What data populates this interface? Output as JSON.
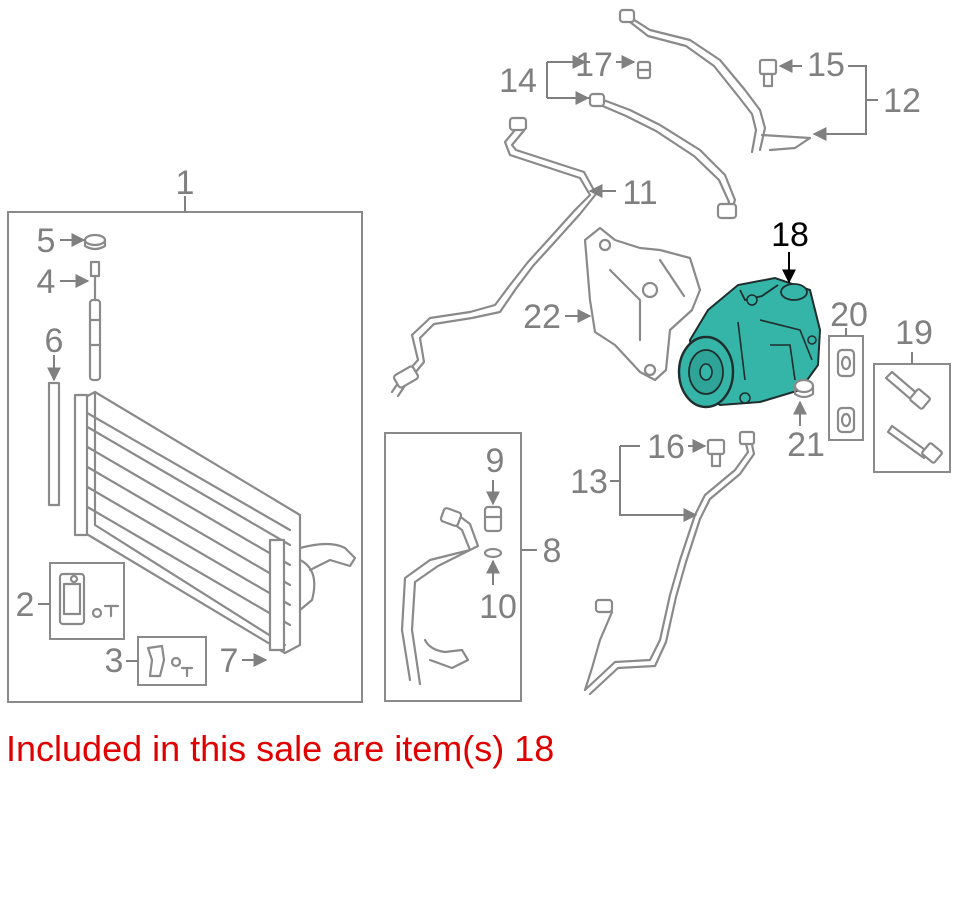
{
  "colors": {
    "highlight_part": "#35b5a8",
    "note_text": "#e00000",
    "line_art": "#8a8a8a",
    "callout_label": "#808080",
    "selected_label": "#000000"
  },
  "labels": {
    "1": "1",
    "2": "2",
    "3": "3",
    "4": "4",
    "5": "5",
    "6": "6",
    "7": "7",
    "8": "8",
    "9": "9",
    "10": "10",
    "11": "11",
    "12": "12",
    "13": "13",
    "14": "14",
    "15": "15",
    "16": "16",
    "17": "17",
    "18": "18",
    "19": "19",
    "20": "20",
    "21": "21",
    "22": "22"
  },
  "highlighted_item": "18",
  "sale_note": "Included in this sale are item(s) 18"
}
